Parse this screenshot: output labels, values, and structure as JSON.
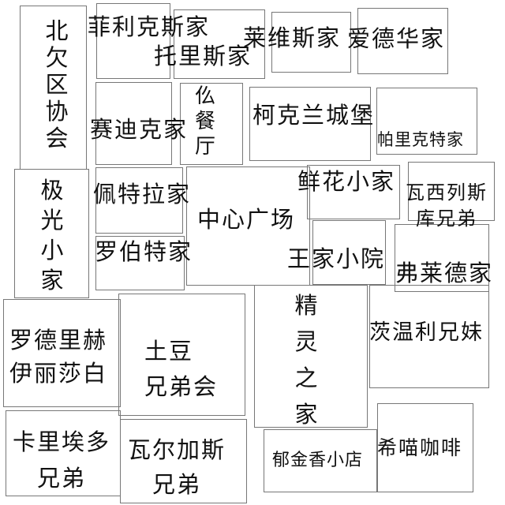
{
  "regions": [
    {
      "label": "北欠区协会"
    },
    {
      "label": "菲利克斯家"
    },
    {
      "label": "托里斯家"
    },
    {
      "label": "莱维斯家"
    },
    {
      "label": "爱德华家"
    },
    {
      "label": "赛迪克家"
    },
    {
      "label": "仫餐厅"
    },
    {
      "label": "柯克兰城堡"
    },
    {
      "label": "帕里克特家"
    },
    {
      "label": "佩特拉家"
    },
    {
      "label": "中心广场"
    },
    {
      "label": "鲜花小家"
    },
    {
      "label": "瓦西列斯\n库兄弟"
    },
    {
      "label": "王家小院"
    },
    {
      "label": "弗莱德家"
    },
    {
      "label": "罗伯特家"
    },
    {
      "label": "极光小家"
    },
    {
      "label": "罗德里赫\n伊丽莎白"
    },
    {
      "label": "土豆\n兄弟会"
    },
    {
      "label": "精灵之家"
    },
    {
      "label": "茨温利兄妹"
    },
    {
      "label": "卡里埃多\n兄弟"
    },
    {
      "label": "瓦尔加斯\n兄弟"
    },
    {
      "label": "郁金香小店"
    },
    {
      "label": "希喵咖啡"
    }
  ]
}
